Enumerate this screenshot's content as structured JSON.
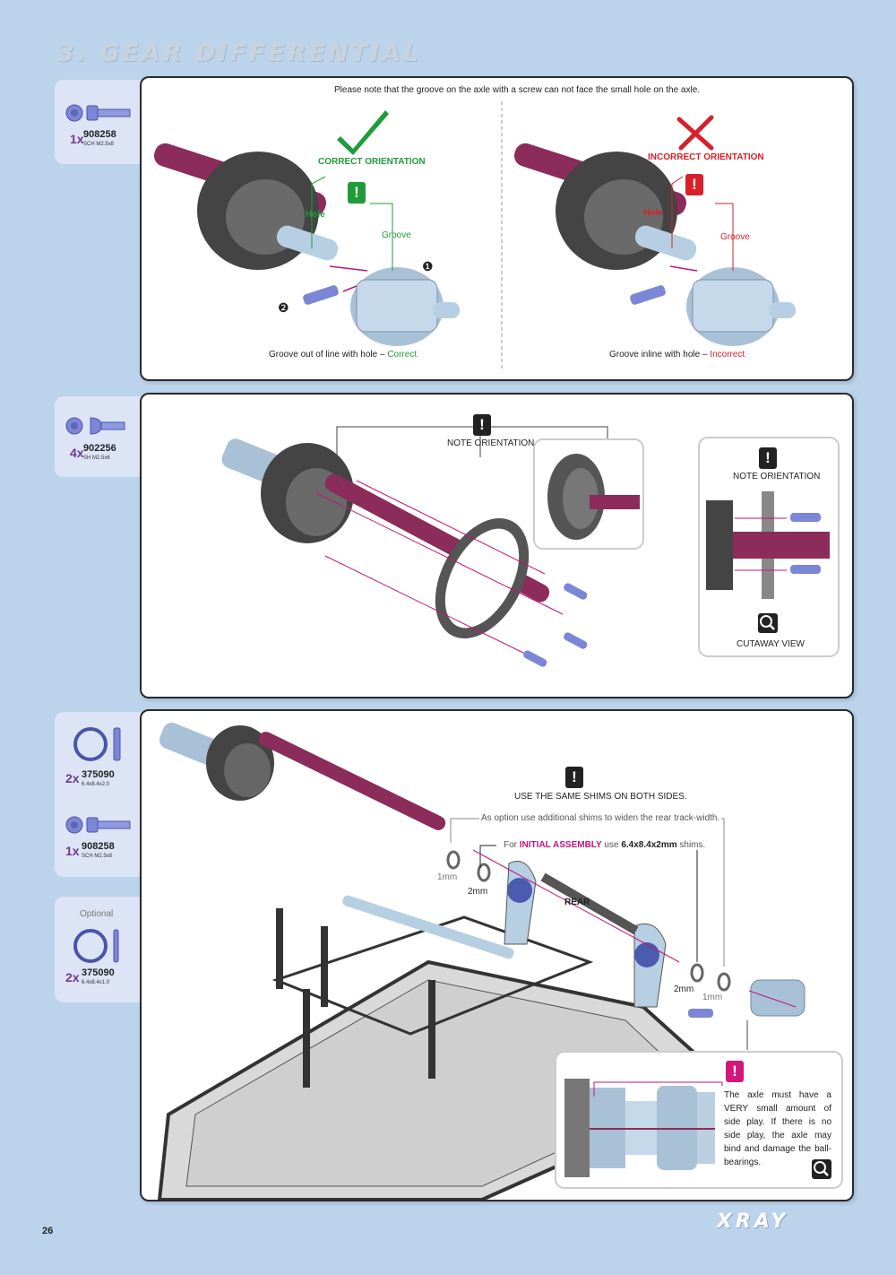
{
  "page": {
    "title": "3. GEAR DIFFERENTIAL",
    "page_number": "26",
    "logo": "XRAY"
  },
  "step1": {
    "part": {
      "qty": "1x",
      "number": "908258",
      "spec": "SCH M2.5x8"
    },
    "heading_note": "Please note that the groove on the axle with a screw can not face the small hole on the axle.",
    "left": {
      "orientation": "CORRECT ORIENTATION",
      "hole_label": "Hole",
      "groove_label": "Groove",
      "caption_prefix": "Groove out of line with hole – ",
      "caption_status": "Correct",
      "marker1": "❶",
      "marker2": "❷"
    },
    "right": {
      "orientation": "INCORRECT ORIENTATION",
      "hole_label": "Hole",
      "groove_label": "Groove",
      "caption_prefix": "Groove inline with hole – ",
      "caption_status": "Incorrect"
    }
  },
  "step2": {
    "part": {
      "qty": "4x",
      "number": "902256",
      "spec": "SH M2.5x6"
    },
    "note_orientation": "NOTE ORIENTATION",
    "cutaway": {
      "note": "NOTE ORIENTATION",
      "caption": "CUTAWAY VIEW"
    }
  },
  "step3": {
    "parts": [
      {
        "qty": "2x",
        "number": "375090",
        "spec": "6.4x8.4x2.0"
      },
      {
        "qty": "1x",
        "number": "908258",
        "spec": "SCH M2.5x8"
      }
    ],
    "optional_part": {
      "label": "Optional",
      "qty": "2x",
      "number": "375090",
      "spec": "6.4x8.4x1.0"
    },
    "same_shims": "USE THE SAME SHIMS ON BOTH SIDES.",
    "option_note": "As option use additional shims to widen the rear track-width.",
    "initial_prefix": "For ",
    "initial_highlight": "INITIAL ASSEMBLY",
    "initial_mid": " use ",
    "initial_size": "6.4x8.4x2mm",
    "initial_suffix": " shims.",
    "labels": {
      "left_1mm": "1mm",
      "left_2mm": "2mm",
      "right_2mm": "2mm",
      "right_1mm": "1mm",
      "rear": "REAR"
    },
    "side_play_note": "The axle must have a VERY small amount of side play. If there is no side play, the axle may bind and damage the ball-bearings."
  },
  "icons": [
    "check-icon",
    "cross-icon",
    "exclamation-icon",
    "magnifier-icon"
  ],
  "colors": {
    "background": "#bcd3ec",
    "green": "#1f9c3a",
    "red": "#d8202a",
    "magenta": "#c0157c",
    "axle": "#8b2c5b"
  }
}
